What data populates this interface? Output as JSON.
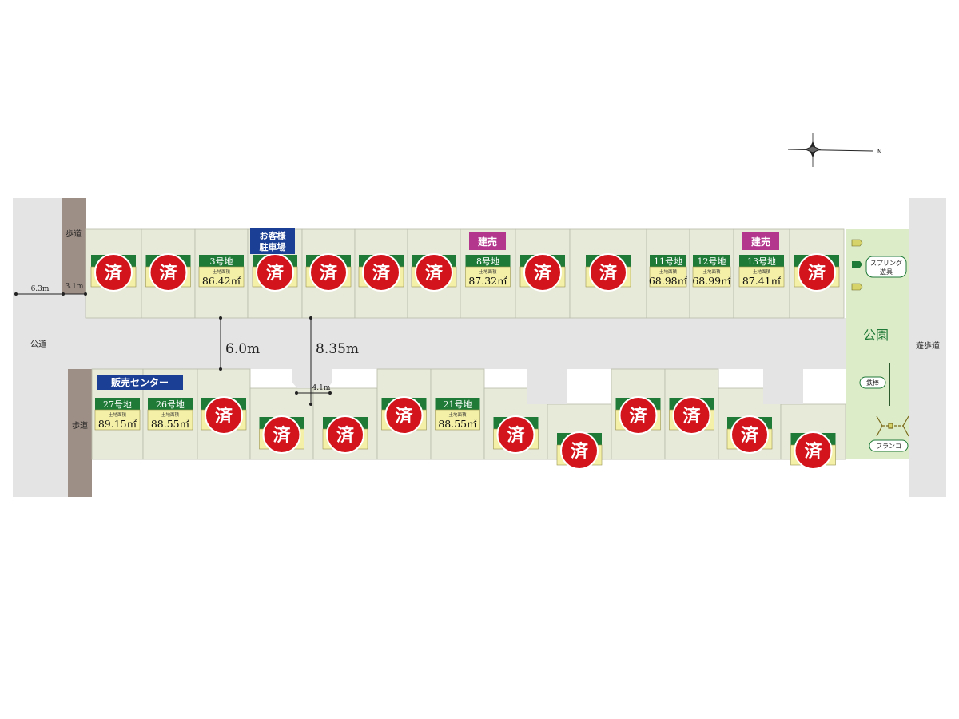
{
  "roads": {
    "public_road": "公道",
    "sidewalk": "歩道",
    "promenade": "遊歩道",
    "road_width_main": "6.0m",
    "road_width_wide": "8.35m",
    "road_width_public": "6.3m",
    "sidewalk_width": "3.1m",
    "notch_width": "4.1m"
  },
  "badges": {
    "visitor_parking": [
      "お客様",
      "駐車場"
    ],
    "sales_center": "販売センター",
    "built_for_sale": "建売"
  },
  "sold_mark": "済",
  "area_label": "土地面積",
  "park": {
    "name": "公園",
    "spring_toy": [
      "スプリング",
      "遊具"
    ],
    "iron_bar": "鉄棒",
    "swing": "ブランコ"
  },
  "compass": {
    "north": "N"
  },
  "north_lots": [
    {
      "no": "",
      "area": "",
      "sold": true
    },
    {
      "no": "",
      "area": "",
      "sold": true
    },
    {
      "no": "3号地",
      "area": "86.42㎡",
      "sold": false
    },
    {
      "no": "",
      "area": "",
      "sold": true
    },
    {
      "no": "",
      "area": "",
      "sold": true
    },
    {
      "no": "",
      "area": "",
      "sold": true
    },
    {
      "no": "",
      "area": "",
      "sold": true
    },
    {
      "no": "8号地",
      "area": "87.32㎡",
      "sold": false
    },
    {
      "no": "",
      "area": "",
      "sold": true
    },
    {
      "no": "",
      "area": "",
      "sold": true
    },
    {
      "no": "11号地",
      "area": "68.98㎡",
      "sold": false
    },
    {
      "no": "12号地",
      "area": "68.99㎡",
      "sold": false
    },
    {
      "no": "13号地",
      "area": "87.41㎡",
      "sold": false
    },
    {
      "no": "",
      "area": "",
      "sold": true
    }
  ],
  "south_lots": [
    {
      "no": "27号地",
      "area": "89.15㎡",
      "sold": false
    },
    {
      "no": "26号地",
      "area": "88.55㎡",
      "sold": false
    },
    {
      "no": "",
      "area": "",
      "sold": true
    },
    {
      "no": "",
      "area": "",
      "sold": true
    },
    {
      "no": "",
      "area": "",
      "sold": true
    },
    {
      "no": "",
      "area": "",
      "sold": true
    },
    {
      "no": "21号地",
      "area": "88.55㎡",
      "sold": false
    },
    {
      "no": "",
      "area": "",
      "sold": true
    },
    {
      "no": "",
      "area": "",
      "sold": true
    },
    {
      "no": "",
      "area": "",
      "sold": true
    },
    {
      "no": "",
      "area": "",
      "sold": true
    },
    {
      "no": "",
      "area": "",
      "sold": true
    },
    {
      "no": "",
      "area": "",
      "sold": true
    }
  ],
  "colors": {
    "lot_fill": "#e7e9d9",
    "road": "#e4e4e4",
    "sidewalk": "#9e8f86",
    "park": "#dcebc8",
    "label_green": "#1f7a37",
    "sold_red": "#d3141c",
    "badge_blue": "#1b3f95",
    "badge_magenta": "#b4378e"
  }
}
